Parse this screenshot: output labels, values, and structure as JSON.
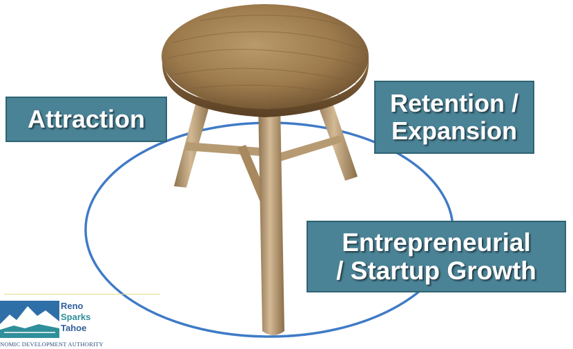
{
  "labels": {
    "attraction": "Attraction",
    "retention_line1": "Retention /",
    "retention_line2": "Expansion",
    "entrepreneurial_line1": "Entrepreneurial",
    "entrepreneurial_line2": "/ Startup Growth"
  },
  "logo": {
    "word1": "Reno",
    "word2": "Sparks",
    "word3": "Tahoe",
    "tagline": "NOMIC DEVELOPMENT AUTHORITY"
  },
  "colors": {
    "label_fill": "#4a8296",
    "label_border": "#2f6272",
    "label_text": "#ffffff",
    "ellipse_stroke": "#3f7bc6",
    "logo_word_blue": "#2f5f9a",
    "logo_word_teal": "#2f8f9a"
  },
  "image": {
    "subject": "three-legged wooden stool"
  }
}
